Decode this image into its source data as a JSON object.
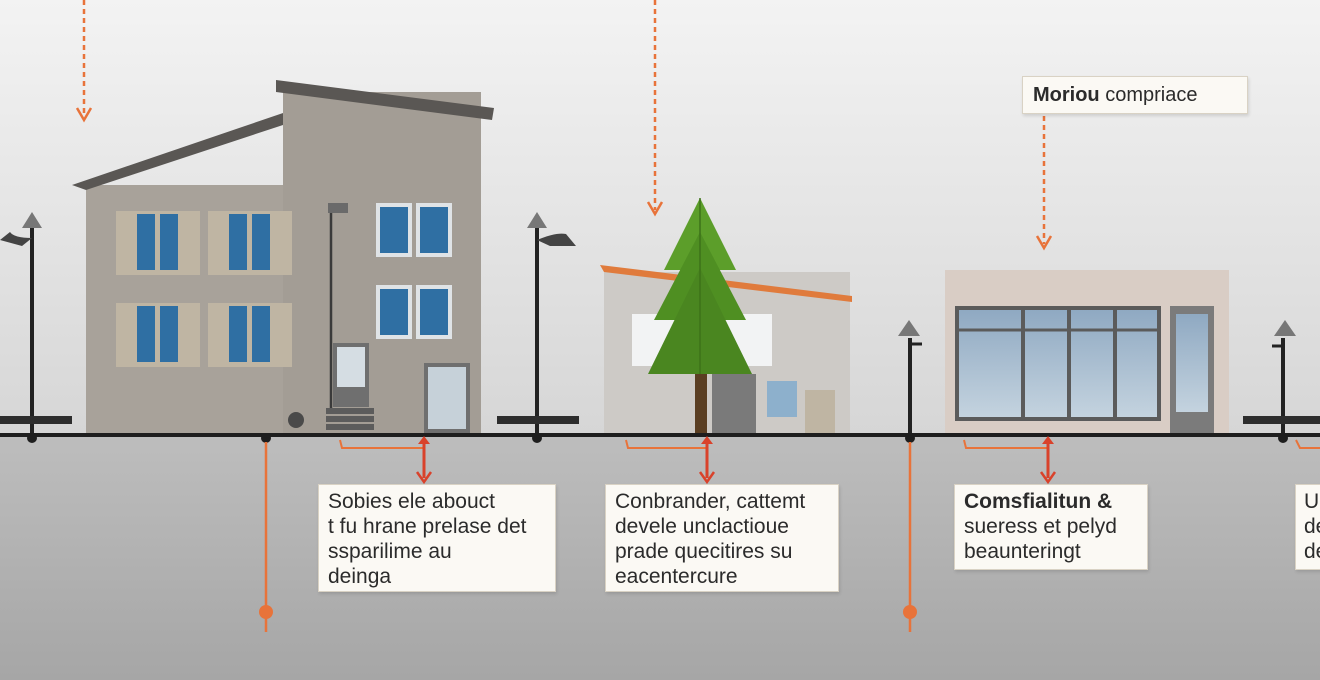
{
  "top_label": {
    "bold": "Moriou",
    "rest": " compriace"
  },
  "callouts": [
    {
      "id": "callout-1",
      "lines": [
        "Sobies ele abouct",
        "t fu hrane prelase det",
        "ssparilime au",
        "deinga"
      ]
    },
    {
      "id": "callout-2",
      "lines": [
        "Conbrander, cattemt",
        "devele unclactioue",
        "prade quecitires su",
        "eacentercure"
      ]
    },
    {
      "id": "callout-3",
      "lines": [
        "Comsfialitun &",
        "sueress et pelyd",
        "beaunteringt"
      ]
    },
    {
      "id": "callout-4",
      "lines": [
        "Ue",
        "de",
        "de"
      ]
    }
  ],
  "colors": {
    "sky_top": "#f2f2f2",
    "sky_bottom": "#dcdcdc",
    "ground": "#b9b9b9",
    "ground_line": "#1e1e1e",
    "accent_orange": "#e8733a",
    "window_blue": "#2f6fa3",
    "building_main": "#a9a39b",
    "building_mid": "#cfcbc6",
    "building_right": "#d9cdc5",
    "tree_green": "#4f8f22"
  }
}
